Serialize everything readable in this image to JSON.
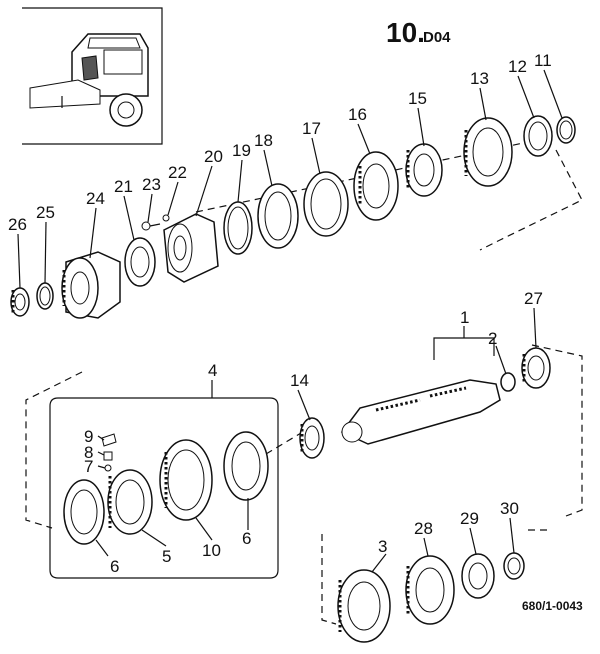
{
  "header": {
    "section_number": "10.",
    "section_suffix": "D04"
  },
  "footer": {
    "reference": "680/1-0043"
  },
  "callouts": {
    "c1": "1",
    "c2": "2",
    "c3": "3",
    "c4": "4",
    "c5": "5",
    "c6a": "6",
    "c6b": "6",
    "c7": "7",
    "c8": "8",
    "c9": "9",
    "c10": "10",
    "c11": "11",
    "c12": "12",
    "c13": "13",
    "c14": "14",
    "c15": "15",
    "c16": "16",
    "c17": "17",
    "c18": "18",
    "c19": "19",
    "c20": "20",
    "c21": "21",
    "c22": "22",
    "c23": "23",
    "c24": "24",
    "c25": "25",
    "c26": "26",
    "c27": "27",
    "c28": "28",
    "c29": "29",
    "c30": "30"
  }
}
